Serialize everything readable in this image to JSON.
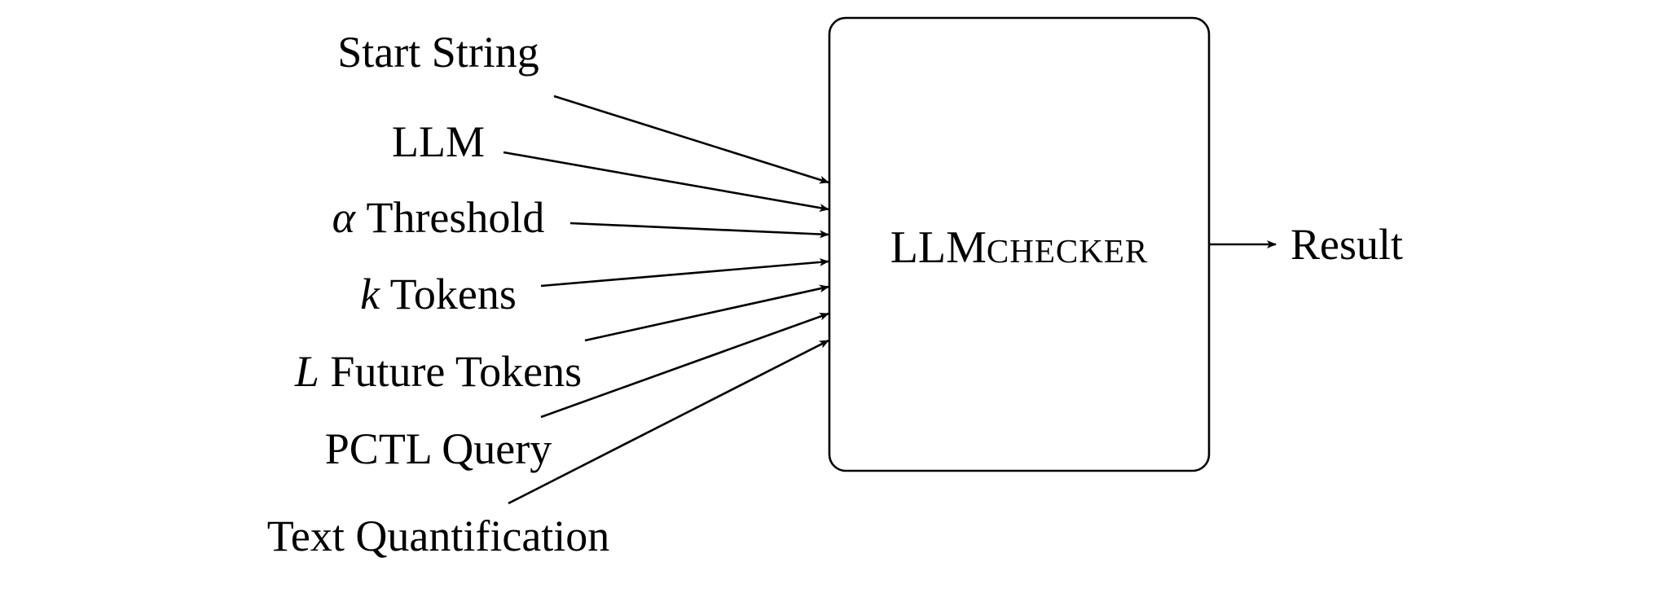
{
  "inputs": [
    {
      "id": "start-string",
      "prefix": "",
      "text": "Start String"
    },
    {
      "id": "llm",
      "prefix": "",
      "text": "LLM"
    },
    {
      "id": "alpha-threshold",
      "prefix": "α",
      "text": " Threshold"
    },
    {
      "id": "k-tokens",
      "prefix": "k",
      "text": " Tokens"
    },
    {
      "id": "l-future-tokens",
      "prefix": "L",
      "text": " Future Tokens"
    },
    {
      "id": "pctl-query",
      "prefix": "",
      "text": "PCTL Query"
    },
    {
      "id": "text-quantification",
      "prefix": "",
      "text": "Text Quantification"
    }
  ],
  "box": {
    "title_prefix": "LLM",
    "title_smallcaps": "CHECKER"
  },
  "output": {
    "text": "Result"
  },
  "colors": {
    "stroke": "#000000",
    "background": "#ffffff"
  }
}
